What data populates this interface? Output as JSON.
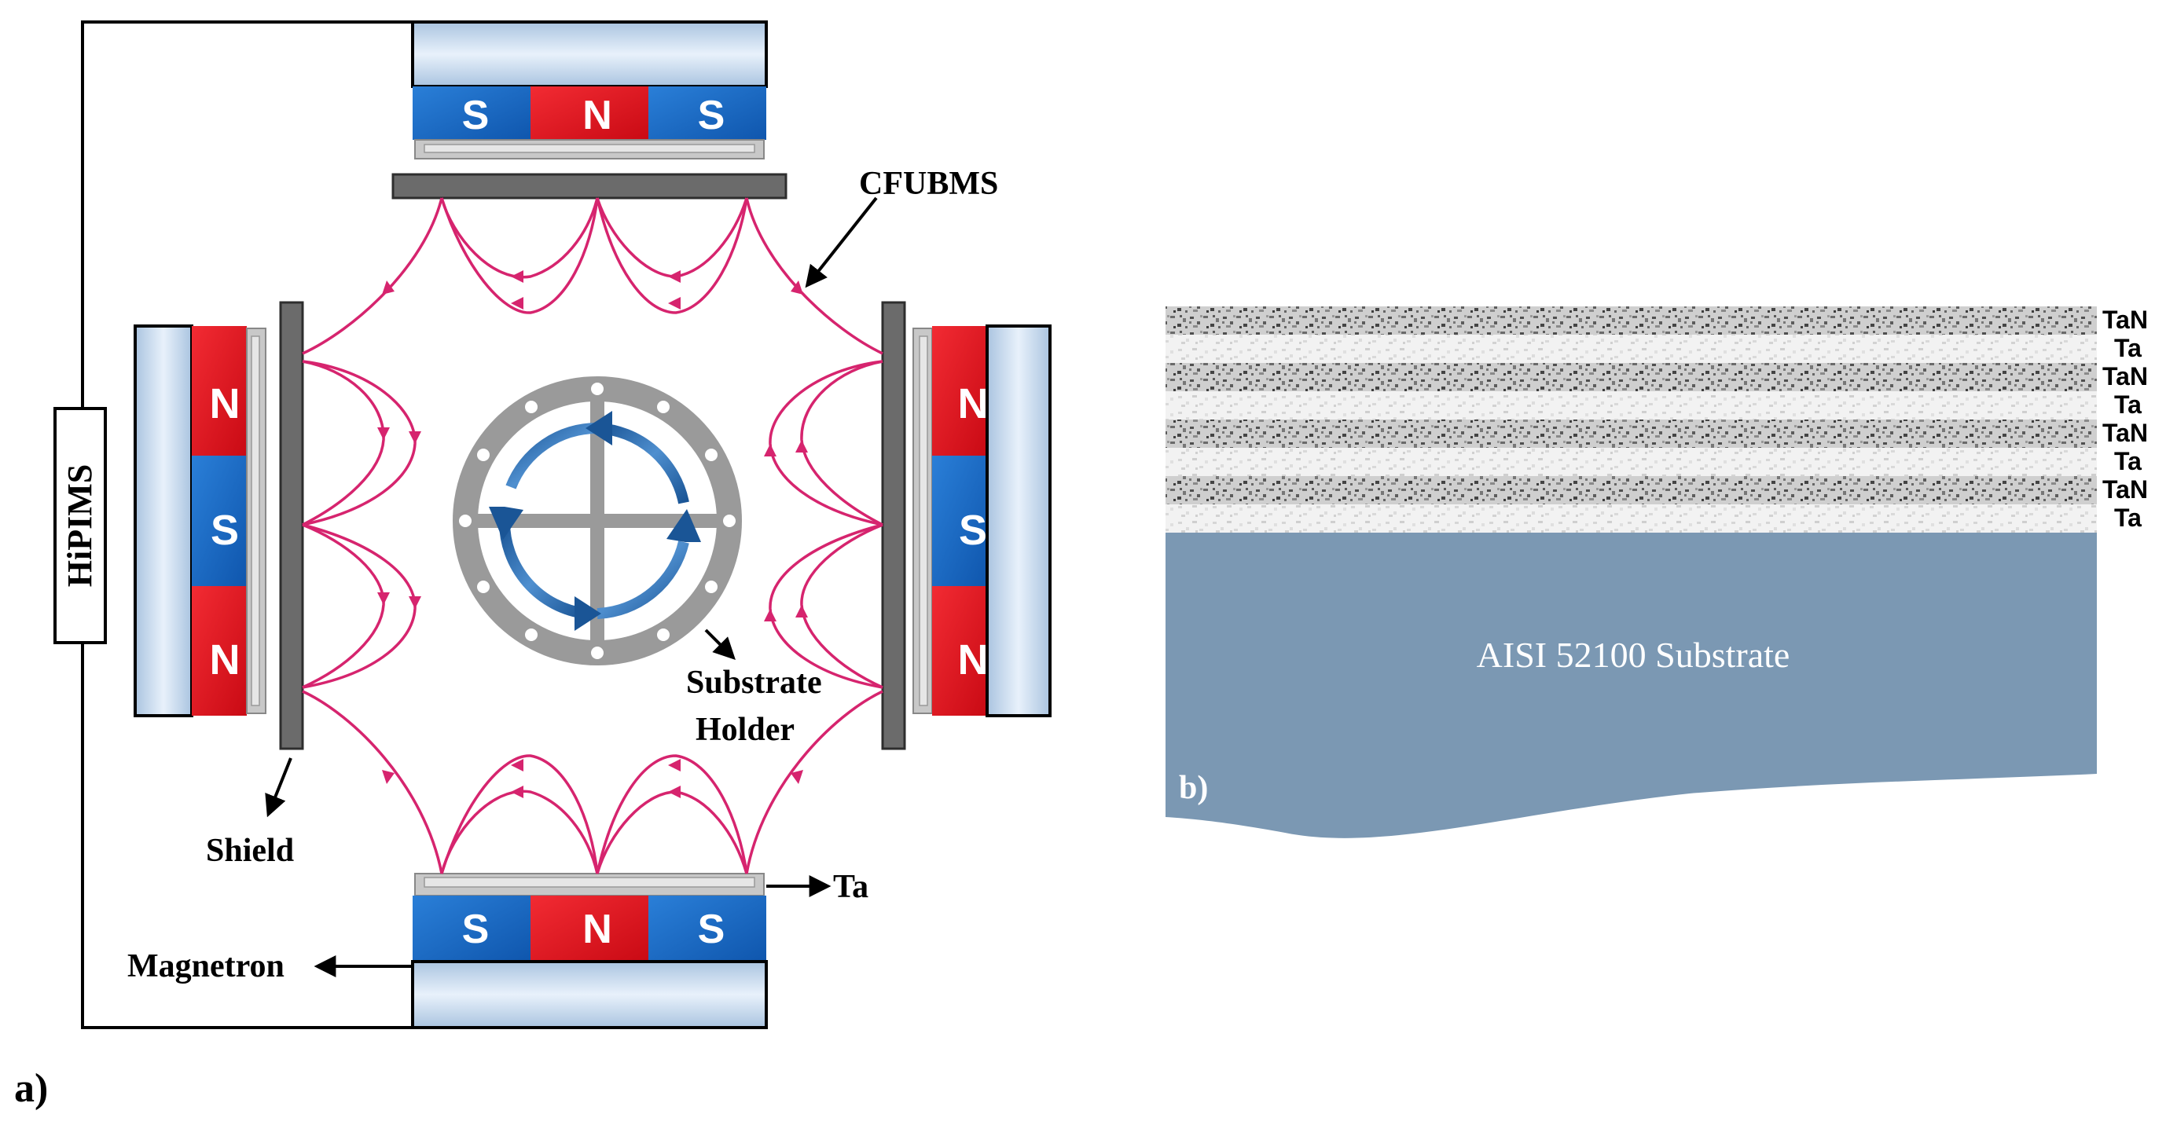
{
  "panel_a": {
    "label": "a)",
    "power_supply": "HiPIMS",
    "labels": {
      "cfubms": "CFUBMS",
      "substrate_holder_line1": "Substrate",
      "substrate_holder_line2": "Holder",
      "shield": "Shield",
      "target": "Ta",
      "magnetron": "Magnetron"
    },
    "magnetrons": [
      {
        "id": "top",
        "poles": [
          "S",
          "N",
          "S"
        ]
      },
      {
        "id": "bottom",
        "poles": [
          "S",
          "N",
          "S"
        ]
      },
      {
        "id": "left",
        "poles": [
          "N",
          "S",
          "N"
        ]
      },
      {
        "id": "right",
        "poles": [
          "N",
          "S",
          "N"
        ]
      }
    ]
  },
  "panel_b": {
    "label": "b)",
    "substrate": "AISI 52100 Substrate",
    "layers": [
      "TaN",
      "Ta",
      "TaN",
      "Ta",
      "TaN",
      "Ta",
      "TaN",
      "Ta"
    ]
  },
  "colors": {
    "magnet_red": "#e8101c",
    "magnet_blue": "#1565c8",
    "field_line": "#d6246e",
    "rotation_arrow": "#1a5596",
    "substrate_fill": "#7b98b3",
    "shield_gray": "#6b6b6b",
    "holder_gray": "#9a9a9a"
  }
}
